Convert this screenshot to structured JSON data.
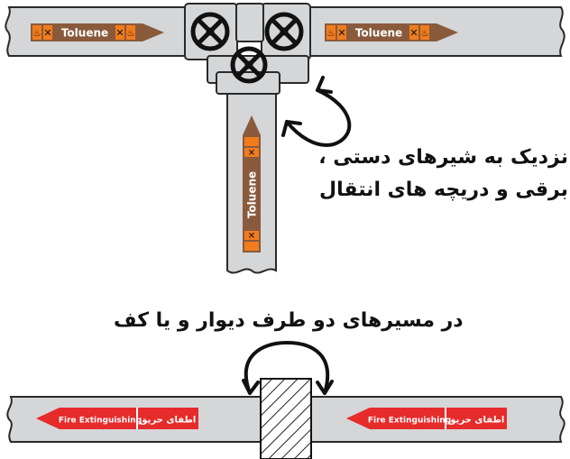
{
  "labels": {
    "toluene": "Toluene",
    "fire_en": "Fire Extinguishing",
    "fire_fa": "اطفای حریق"
  },
  "captions": {
    "valves_line1": "نزدیک به شیرهای دستی ،",
    "valves_line2": "برقی و دریچه های انتقال",
    "walls": "در مسیرهای دو طرف دیوار و یا کف"
  },
  "colors": {
    "pipe_fill": "#d4d6d8",
    "pipe_stroke": "#2a2a2a",
    "toluene_band": "#8a5a3c",
    "hazard_orange": "#f07c1e",
    "fire_red": "#e62b2b"
  },
  "icons": [
    "hazard-flammable-icon",
    "hazard-harmful-icon",
    "valve-wheel-icon",
    "curved-double-arrow-icon",
    "wall-hatch-icon"
  ]
}
